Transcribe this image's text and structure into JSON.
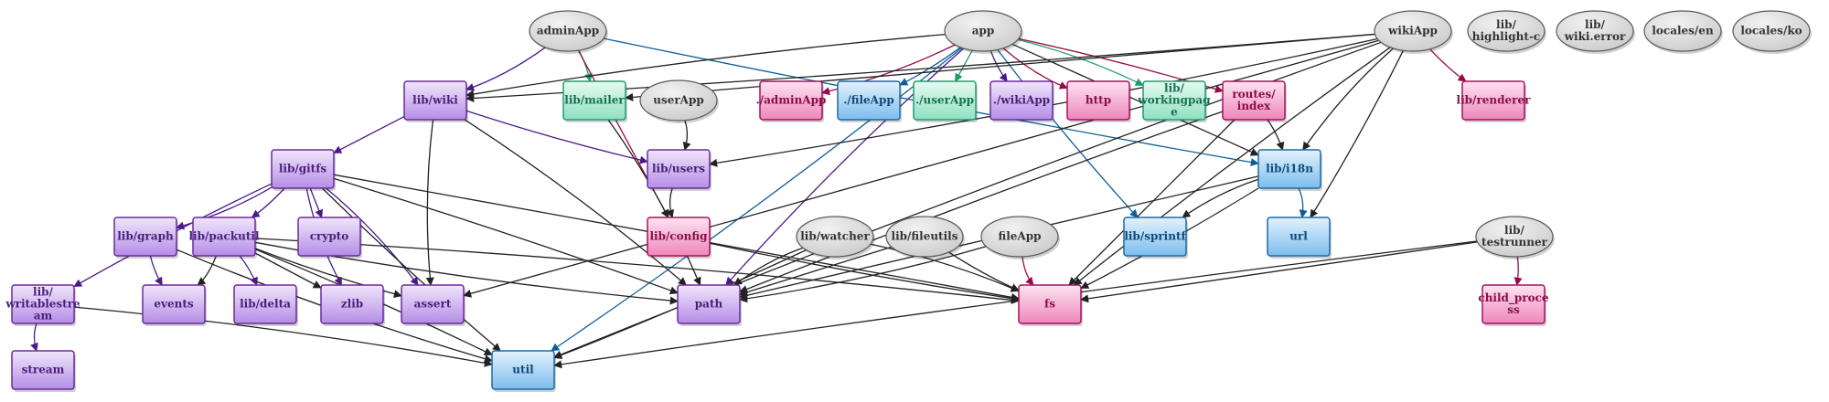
{
  "colors": {
    "gray": {
      "fill": "#c9c9c9",
      "fill2": "#f2f2f2",
      "stroke": "#5a5a5a",
      "text": "#333333"
    },
    "purple": {
      "fill": "#b58de6",
      "fill2": "#f0e6fb",
      "stroke": "#6a2a9c",
      "text": "#4a1e7a"
    },
    "pink": {
      "fill": "#ee86bb",
      "fill2": "#fde4f1",
      "stroke": "#a8105a",
      "text": "#8a0c48"
    },
    "blue": {
      "fill": "#7cbdec",
      "fill2": "#e3f2fd",
      "stroke": "#1c6aa8",
      "text": "#0d4a7a"
    },
    "green": {
      "fill": "#8ee0c0",
      "fill2": "#e6fbf2",
      "stroke": "#249a72",
      "text": "#167052"
    }
  },
  "edge_colors": {
    "black": "#222222",
    "purple": "#4b1a8a",
    "pink": "#960a48",
    "blue": "#0b5e99",
    "green": "#1e9a6a"
  },
  "nodes": [
    {
      "id": "adminApp",
      "label": [
        "adminApp"
      ],
      "shape": "ellipse",
      "color": "gray"
    },
    {
      "id": "app",
      "label": [
        "app"
      ],
      "shape": "ellipse",
      "color": "gray"
    },
    {
      "id": "wikiApp",
      "label": [
        "wikiApp"
      ],
      "shape": "ellipse",
      "color": "gray"
    },
    {
      "id": "highlight",
      "label": [
        "lib/",
        "highlight-c"
      ],
      "shape": "ellipse",
      "color": "gray"
    },
    {
      "id": "wikierror",
      "label": [
        "lib/",
        "wiki.error"
      ],
      "shape": "ellipse",
      "color": "gray"
    },
    {
      "id": "localesen",
      "label": [
        "locales/en"
      ],
      "shape": "ellipse",
      "color": "gray"
    },
    {
      "id": "localesko",
      "label": [
        "locales/ko"
      ],
      "shape": "ellipse",
      "color": "gray"
    },
    {
      "id": "userApp",
      "label": [
        "userApp"
      ],
      "shape": "ellipse",
      "color": "gray"
    },
    {
      "id": "watcher",
      "label": [
        "lib/watcher"
      ],
      "shape": "ellipse",
      "color": "gray"
    },
    {
      "id": "fileutils",
      "label": [
        "lib/fileutils"
      ],
      "shape": "ellipse",
      "color": "gray"
    },
    {
      "id": "fileApp",
      "label": [
        "fileApp"
      ],
      "shape": "ellipse",
      "color": "gray"
    },
    {
      "id": "testrunner",
      "label": [
        "lib/",
        "testrunner"
      ],
      "shape": "ellipse",
      "color": "gray"
    },
    {
      "id": "libwiki",
      "label": [
        "lib/wiki"
      ],
      "shape": "box",
      "color": "purple"
    },
    {
      "id": "libmailer",
      "label": [
        "lib/mailer"
      ],
      "shape": "box",
      "color": "green"
    },
    {
      "id": "adminAppMod",
      "label": [
        "./adminApp"
      ],
      "shape": "box",
      "color": "pink"
    },
    {
      "id": "fileAppMod",
      "label": [
        "./fileApp"
      ],
      "shape": "box",
      "color": "blue"
    },
    {
      "id": "userAppMod",
      "label": [
        "./userApp"
      ],
      "shape": "box",
      "color": "green"
    },
    {
      "id": "wikiAppMod",
      "label": [
        "./wikiApp"
      ],
      "shape": "box",
      "color": "purple"
    },
    {
      "id": "http",
      "label": [
        "http"
      ],
      "shape": "box",
      "color": "pink"
    },
    {
      "id": "workingpage",
      "label": [
        "lib/",
        "workingpag",
        "e"
      ],
      "shape": "box",
      "color": "green"
    },
    {
      "id": "routes",
      "label": [
        "routes/",
        "index"
      ],
      "shape": "box",
      "color": "pink"
    },
    {
      "id": "renderer",
      "label": [
        "lib/renderer"
      ],
      "shape": "box",
      "color": "pink"
    },
    {
      "id": "gitfs",
      "label": [
        "lib/gitfs"
      ],
      "shape": "box",
      "color": "purple"
    },
    {
      "id": "users",
      "label": [
        "lib/users"
      ],
      "shape": "box",
      "color": "purple"
    },
    {
      "id": "i18n",
      "label": [
        "lib/i18n"
      ],
      "shape": "box",
      "color": "blue"
    },
    {
      "id": "graph",
      "label": [
        "lib/graph"
      ],
      "shape": "box",
      "color": "purple"
    },
    {
      "id": "packutil",
      "label": [
        "lib/packutil"
      ],
      "shape": "box",
      "color": "purple"
    },
    {
      "id": "crypto",
      "label": [
        "crypto"
      ],
      "shape": "box",
      "color": "purple"
    },
    {
      "id": "config",
      "label": [
        "lib/config"
      ],
      "shape": "box",
      "color": "pink"
    },
    {
      "id": "sprintf",
      "label": [
        "lib/sprintf"
      ],
      "shape": "box",
      "color": "blue"
    },
    {
      "id": "url",
      "label": [
        "url"
      ],
      "shape": "box",
      "color": "blue"
    },
    {
      "id": "writable",
      "label": [
        "lib/",
        "writablestre",
        "am"
      ],
      "shape": "box",
      "color": "purple"
    },
    {
      "id": "events",
      "label": [
        "events"
      ],
      "shape": "box",
      "color": "purple"
    },
    {
      "id": "delta",
      "label": [
        "lib/delta"
      ],
      "shape": "box",
      "color": "purple"
    },
    {
      "id": "zlib",
      "label": [
        "zlib"
      ],
      "shape": "box",
      "color": "purple"
    },
    {
      "id": "assert",
      "label": [
        "assert"
      ],
      "shape": "box",
      "color": "purple"
    },
    {
      "id": "path",
      "label": [
        "path"
      ],
      "shape": "box",
      "color": "purple"
    },
    {
      "id": "fs",
      "label": [
        "fs"
      ],
      "shape": "box",
      "color": "pink"
    },
    {
      "id": "childproc",
      "label": [
        "child_proce",
        "ss"
      ],
      "shape": "box",
      "color": "pink"
    },
    {
      "id": "stream",
      "label": [
        "stream"
      ],
      "shape": "box",
      "color": "purple"
    },
    {
      "id": "util",
      "label": [
        "util"
      ],
      "shape": "box",
      "color": "blue"
    }
  ],
  "edges": [
    {
      "from": "adminApp",
      "to": "libwiki",
      "color": "purple"
    },
    {
      "from": "adminApp",
      "to": "libmailer",
      "color": "green"
    },
    {
      "from": "adminApp",
      "to": "config",
      "color": "pink"
    },
    {
      "from": "adminApp",
      "to": "i18n",
      "color": "blue"
    },
    {
      "from": "app",
      "to": "libwiki",
      "color": "black"
    },
    {
      "from": "app",
      "to": "adminAppMod",
      "color": "pink"
    },
    {
      "from": "app",
      "to": "fileAppMod",
      "color": "blue"
    },
    {
      "from": "app",
      "to": "userAppMod",
      "color": "green"
    },
    {
      "from": "app",
      "to": "wikiAppMod",
      "color": "purple"
    },
    {
      "from": "app",
      "to": "http",
      "color": "pink"
    },
    {
      "from": "app",
      "to": "workingpage",
      "color": "green"
    },
    {
      "from": "app",
      "to": "routes",
      "color": "pink"
    },
    {
      "from": "app",
      "to": "i18n",
      "color": "black"
    },
    {
      "from": "app",
      "to": "sprintf",
      "color": "blue"
    },
    {
      "from": "app",
      "to": "path",
      "color": "purple"
    },
    {
      "from": "app",
      "to": "util",
      "color": "blue"
    },
    {
      "from": "wikiApp",
      "to": "libwiki",
      "color": "black"
    },
    {
      "from": "wikiApp",
      "to": "libmailer",
      "color": "black"
    },
    {
      "from": "wikiApp",
      "to": "renderer",
      "color": "pink"
    },
    {
      "from": "wikiApp",
      "to": "i18n",
      "color": "black"
    },
    {
      "from": "wikiApp",
      "to": "users",
      "color": "black"
    },
    {
      "from": "wikiApp",
      "to": "url",
      "color": "black"
    },
    {
      "from": "wikiApp",
      "to": "assert",
      "color": "black"
    },
    {
      "from": "wikiApp",
      "to": "fs",
      "color": "black"
    },
    {
      "from": "wikiApp",
      "to": "util",
      "color": "black"
    },
    {
      "from": "userApp",
      "to": "users",
      "color": "black"
    },
    {
      "from": "libmailer",
      "to": "config",
      "color": "black"
    },
    {
      "from": "libwiki",
      "to": "gitfs",
      "color": "purple"
    },
    {
      "from": "libwiki",
      "to": "users",
      "color": "purple"
    },
    {
      "from": "libwiki",
      "to": "assert",
      "color": "black"
    },
    {
      "from": "libwiki",
      "to": "path",
      "color": "black"
    },
    {
      "from": "routes",
      "to": "i18n",
      "color": "black"
    },
    {
      "from": "routes",
      "to": "fs",
      "color": "black"
    },
    {
      "from": "routes",
      "to": "path",
      "color": "black"
    },
    {
      "from": "users",
      "to": "config",
      "color": "black"
    },
    {
      "from": "gitfs",
      "to": "graph",
      "color": "purple"
    },
    {
      "from": "gitfs",
      "to": "packutil",
      "color": "purple"
    },
    {
      "from": "gitfs",
      "to": "crypto",
      "color": "purple"
    },
    {
      "from": "gitfs",
      "to": "writable",
      "color": "purple"
    },
    {
      "from": "gitfs",
      "to": "zlib",
      "color": "purple"
    },
    {
      "from": "gitfs",
      "to": "assert",
      "color": "purple"
    },
    {
      "from": "gitfs",
      "to": "path",
      "color": "black"
    },
    {
      "from": "gitfs",
      "to": "fs",
      "color": "black"
    },
    {
      "from": "gitfs",
      "to": "util",
      "color": "black"
    },
    {
      "from": "i18n",
      "to": "sprintf",
      "color": "black"
    },
    {
      "from": "i18n",
      "to": "url",
      "color": "blue"
    },
    {
      "from": "i18n",
      "to": "fs",
      "color": "black"
    },
    {
      "from": "i18n",
      "to": "path",
      "color": "black"
    },
    {
      "from": "graph",
      "to": "events",
      "color": "purple"
    },
    {
      "from": "graph",
      "to": "util",
      "color": "black"
    },
    {
      "from": "packutil",
      "to": "events",
      "color": "black"
    },
    {
      "from": "packutil",
      "to": "delta",
      "color": "purple"
    },
    {
      "from": "packutil",
      "to": "zlib",
      "color": "black"
    },
    {
      "from": "packutil",
      "to": "assert",
      "color": "black"
    },
    {
      "from": "packutil",
      "to": "path",
      "color": "black"
    },
    {
      "from": "packutil",
      "to": "fs",
      "color": "black"
    },
    {
      "from": "packutil",
      "to": "util",
      "color": "black"
    },
    {
      "from": "config",
      "to": "path",
      "color": "black"
    },
    {
      "from": "config",
      "to": "fs",
      "color": "black"
    },
    {
      "from": "watcher",
      "to": "path",
      "color": "black"
    },
    {
      "from": "watcher",
      "to": "fs",
      "color": "black"
    },
    {
      "from": "watcher",
      "to": "util",
      "color": "black"
    },
    {
      "from": "fileutils",
      "to": "path",
      "color": "black"
    },
    {
      "from": "fileutils",
      "to": "fs",
      "color": "black"
    },
    {
      "from": "fileApp",
      "to": "fs",
      "color": "pink"
    },
    {
      "from": "fileApp",
      "to": "path",
      "color": "black"
    },
    {
      "from": "testrunner",
      "to": "childproc",
      "color": "pink"
    },
    {
      "from": "testrunner",
      "to": "fs",
      "color": "black"
    },
    {
      "from": "testrunner",
      "to": "util",
      "color": "black"
    },
    {
      "from": "writable",
      "to": "stream",
      "color": "purple"
    },
    {
      "from": "writable",
      "to": "util",
      "color": "black"
    }
  ]
}
